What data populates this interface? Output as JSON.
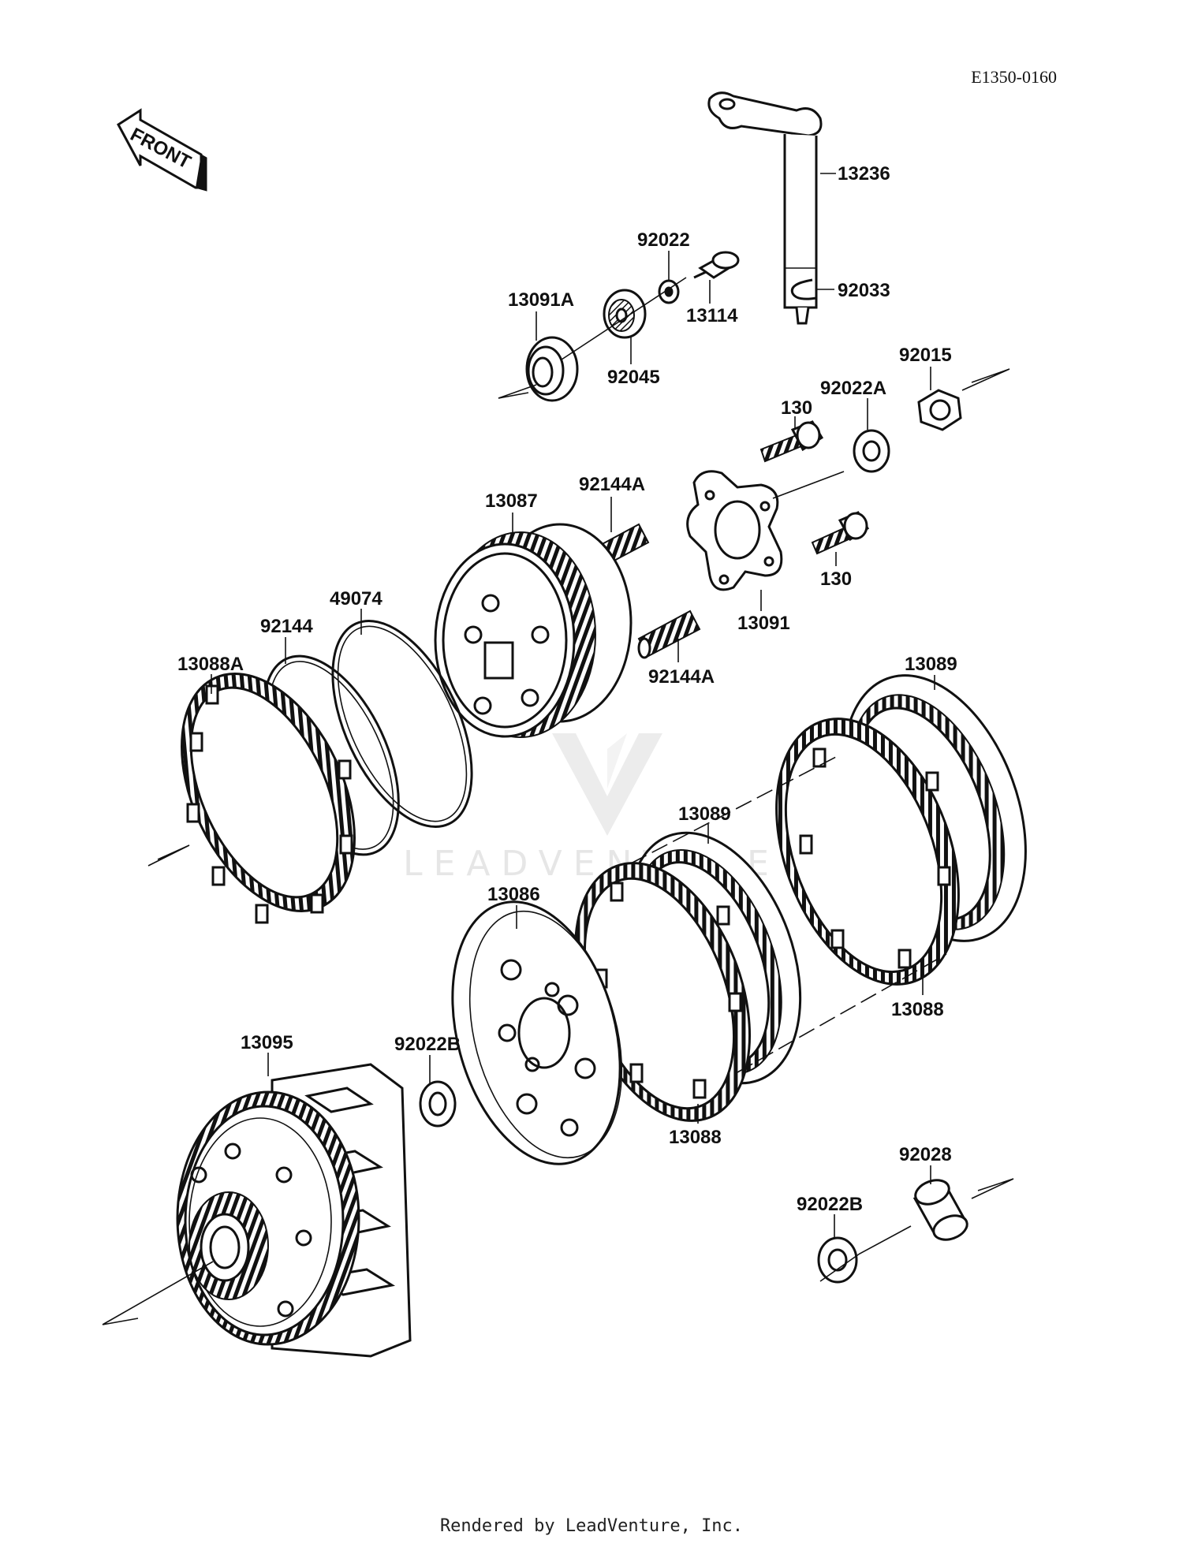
{
  "diagram_code": "E1350-0160",
  "front_label": "FRONT",
  "watermark": "LEADVENTURE",
  "footer": "Rendered by LeadVenture, Inc.",
  "labels": {
    "p13236": "13236",
    "p92022": "92022",
    "p13114": "13114",
    "p92033": "92033",
    "p13091A": "13091A",
    "p92045": "92045",
    "p92015": "92015",
    "p130_top": "130",
    "p92022A": "92022A",
    "p13087": "13087",
    "p92144A_top": "92144A",
    "p130_bottom": "130",
    "p13091": "13091",
    "p92144A_bottom": "92144A",
    "p49074": "49074",
    "p92144": "92144",
    "p13088A": "13088A",
    "p13089_right": "13089",
    "p13089_mid": "13089",
    "p13086": "13086",
    "p13088_right": "13088",
    "p13088_mid": "13088",
    "p13095": "13095",
    "p92022B_left": "92022B",
    "p92028": "92028",
    "p92022B_right": "92022B"
  }
}
